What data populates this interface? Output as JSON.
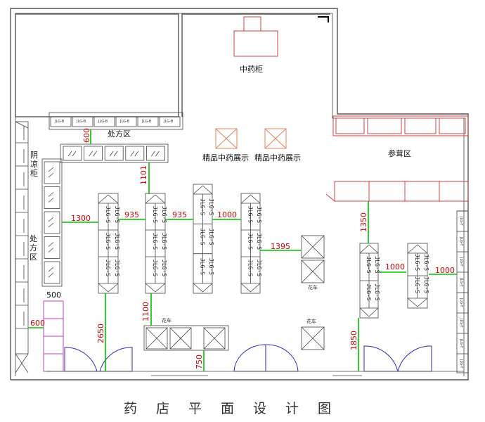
{
  "title": "药店平面设计图",
  "zones": {
    "medicine_cabinet": "中药柜",
    "prescription_top": "处方区",
    "premium_display_1": "精品中药展示",
    "premium_display_2": "精品中药展示",
    "ginseng": "参茸区",
    "cool_cabinet": "阴凉柜",
    "prescription_left": "处方区",
    "cart_1": "花车",
    "cart_2": "花车",
    "cart_3": "花车"
  },
  "labels": {
    "shelf_code": "JLG-S",
    "wall_code_top": "JLG-B",
    "wall_code_right": "JLG-T"
  },
  "dimensions": [
    "600",
    "1101",
    "1300",
    "935",
    "935",
    "1000",
    "1395",
    "500",
    "600",
    "2650",
    "1100",
    "750",
    "1350",
    "1000",
    "1000",
    "1850"
  ]
}
